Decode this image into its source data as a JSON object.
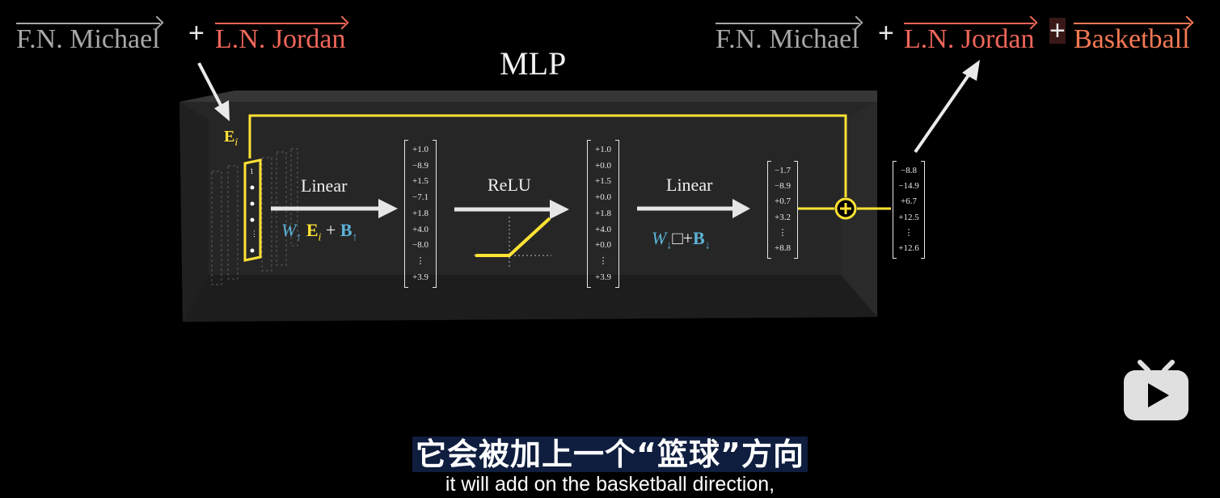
{
  "top_left": {
    "first_name": "F.N. Michael",
    "plus": "+",
    "last_name": "L.N. Jordan"
  },
  "top_right": {
    "first_name": "F.N. Michael",
    "plus1": "+",
    "last_name": "L.N. Jordan",
    "plus2": "+",
    "fact": "Basketball"
  },
  "title": "MLP",
  "input_label": "E",
  "input_label_sub": "i",
  "stage1": {
    "name": "Linear",
    "formula_w": "W",
    "formula_w_sub": "↑",
    "formula_e": "E",
    "formula_e_sub": "i",
    "formula_plus": "+",
    "formula_b": "B",
    "formula_b_sub": "↑"
  },
  "stage2": {
    "name": "ReLU"
  },
  "stage3": {
    "name": "Linear",
    "formula_w": "W",
    "formula_w_sub": "↓",
    "formula_box": "□",
    "formula_plus": "+",
    "formula_b": "B",
    "formula_b_sub": "↓"
  },
  "vec_hidden": [
    "+1.0",
    "−8.9",
    "+1.5",
    "−7.1",
    "+1.8",
    "+4.0",
    "−8.0",
    "⋮",
    "+3.9"
  ],
  "vec_relu": [
    "+1.0",
    "+0.0",
    "+1.5",
    "+0.0",
    "+1.8",
    "+4.0",
    "+0.0",
    "⋮",
    "+3.9"
  ],
  "vec_out": [
    "−1.7",
    "−8.9",
    "+0.7",
    "+3.2",
    "⋮",
    "+8.8"
  ],
  "vec_result": [
    "−8.8",
    "−14.9",
    "+6.7",
    "+12.5",
    "⋮",
    "+12.6"
  ],
  "input_column": [
    "1",
    "●",
    "●",
    "●",
    "⋮",
    "●"
  ],
  "subtitle_zh": "它会被加上一个“篮球”方向",
  "subtitle_en": "it will add on the basketball direction,",
  "colors": {
    "yellow": "#ffe234",
    "gray_vector": "#a8a8a8",
    "red_vector": "#f0665a",
    "orange_vector": "#f77a54",
    "blue_formula": "#5db3d8"
  },
  "icons": {
    "logo": "bilibili-tv-play-icon",
    "sum": "circled-plus-icon"
  }
}
